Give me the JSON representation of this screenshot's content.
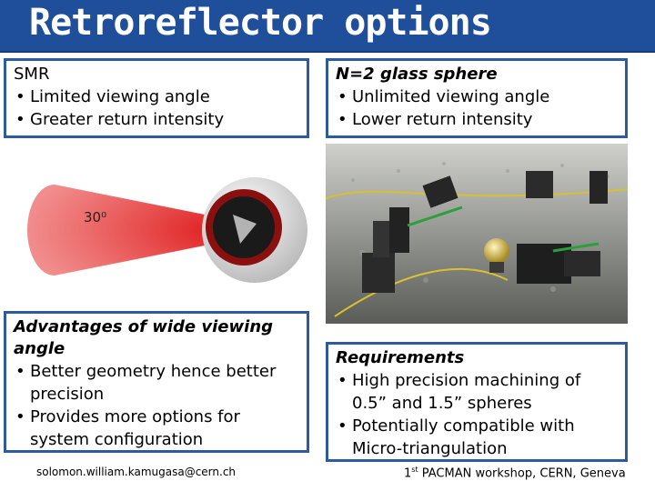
{
  "title": "Retroreflector options",
  "smr_box": {
    "heading": "SMR",
    "items": [
      "Limited viewing angle",
      "Greater return intensity"
    ]
  },
  "sphere_box": {
    "heading": "N=2 glass sphere",
    "items": [
      "Unlimited viewing angle",
      "Lower return intensity"
    ]
  },
  "angle_label": "30⁰",
  "advantages_box": {
    "heading_line1": "Advantages of wide viewing",
    "heading_line2": "angle",
    "items": [
      "Better geometry hence better precision",
      "Provides more options for system configuration"
    ]
  },
  "requirements_box": {
    "heading": "Requirements",
    "items": [
      "High precision machining of 0.5” and 1.5” spheres",
      "Potentially compatible with Micro-triangulation"
    ]
  },
  "footer": {
    "email": "solomon.william.kamugasa@cern.ch",
    "workshop_ordinal": "1",
    "workshop_suffix": "st",
    "workshop_text": " PACMAN workshop, CERN, Geneva"
  },
  "colors": {
    "title_bar": "#1f4e9a",
    "box_border": "#2e5a9e",
    "beam": "#e02020"
  }
}
